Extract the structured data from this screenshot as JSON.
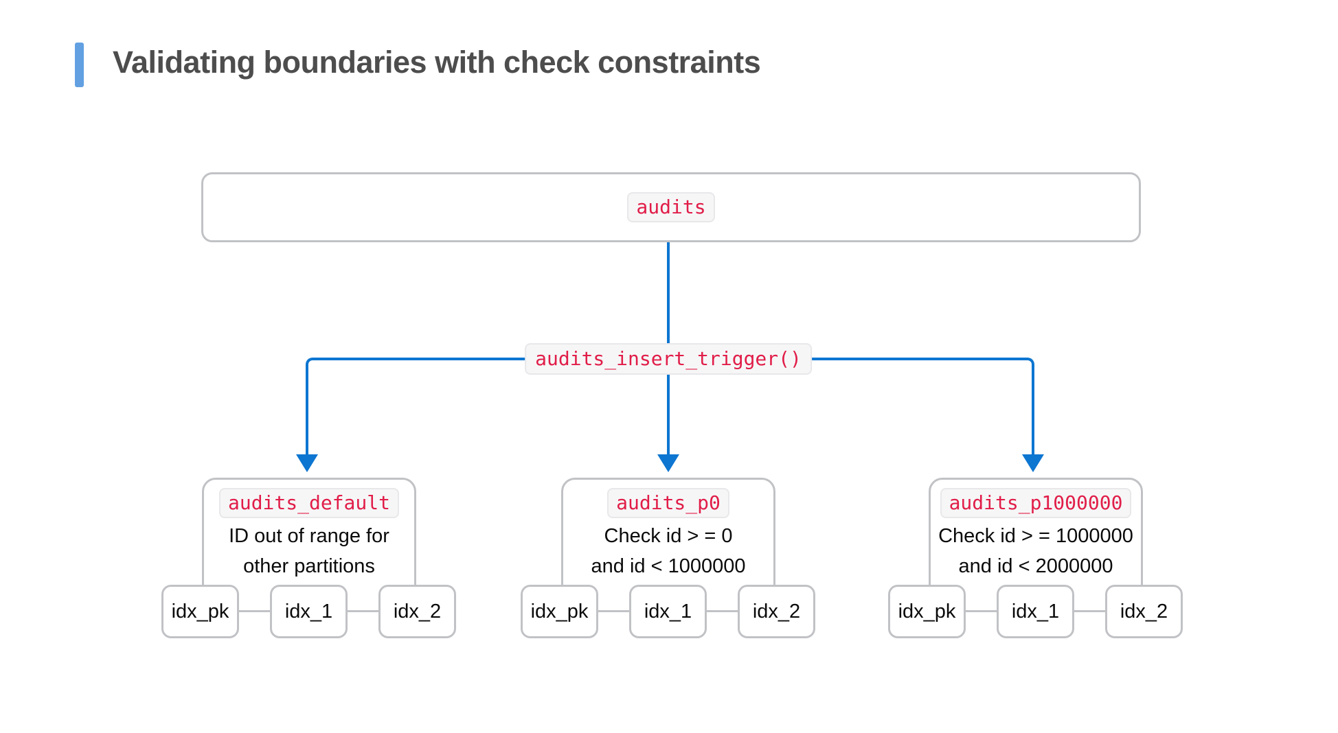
{
  "title": {
    "text": "Validating boundaries with check constraints"
  },
  "colors": {
    "connector_blue": "#0d76d1",
    "title_accent_blue": "#62a0e2",
    "code_red": "#e11d48",
    "box_border_gray": "#c1c2c5",
    "chip_background": "#f6f6f7",
    "title_gray": "#4d4d4d"
  },
  "diagram": {
    "root_table": "audits",
    "trigger_function": "audits_insert_trigger()",
    "partitions": [
      {
        "name": "audits_default",
        "note_lines": [
          "ID out of range for",
          "other partitions"
        ],
        "indexes": [
          "idx_pk",
          "idx_1",
          "idx_2"
        ]
      },
      {
        "name": "audits_p0",
        "note_lines": [
          "Check id > = 0",
          "and id < 1000000"
        ],
        "indexes": [
          "idx_pk",
          "idx_1",
          "idx_2"
        ]
      },
      {
        "name": "audits_p1000000",
        "note_lines": [
          "Check id > = 1000000",
          "and id < 2000000"
        ],
        "indexes": [
          "idx_pk",
          "idx_1",
          "idx_2"
        ]
      }
    ]
  }
}
